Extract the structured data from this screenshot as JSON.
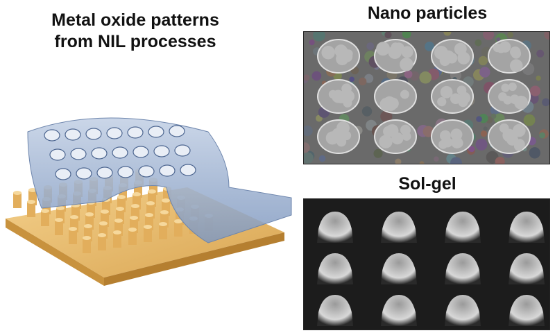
{
  "left_panel": {
    "title": "Metal oxide patterns from NIL processes"
  },
  "right_panel": {
    "nanoparticles": {
      "title": "Nano particles"
    },
    "solgel": {
      "title": "Sol-gel"
    }
  },
  "colors": {
    "substrate": "#e8b96a",
    "stamp": "#8fa6c8",
    "sem_dark": "#1c1c1c",
    "sem_mid": "#6a6a6a"
  }
}
